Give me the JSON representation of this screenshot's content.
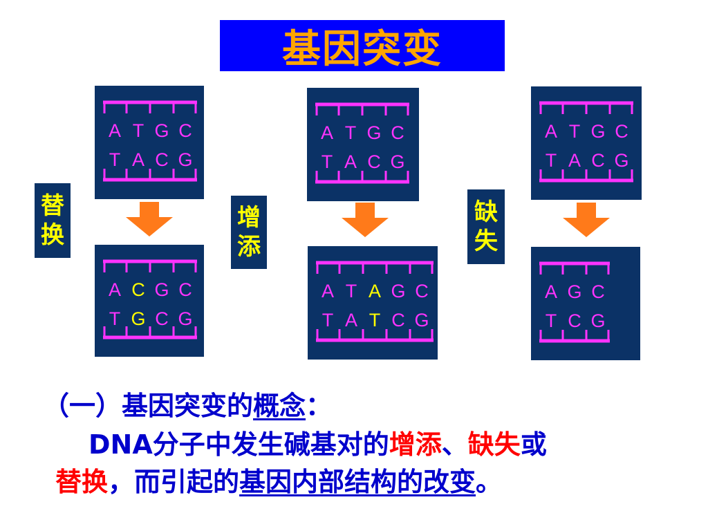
{
  "title": "基因突变",
  "colors": {
    "title_bg": "#0000ff",
    "title_text": "#ffa500",
    "panel_bg": "#0b3266",
    "backbone": "#ff33ff",
    "base_default": "#ff33ff",
    "base_highlight": "#ffff00",
    "label_text": "#ffff00",
    "arrow": "#ff7a1a",
    "text_blue": "#0000cc",
    "text_red": "#ff0000"
  },
  "groups": [
    {
      "label": [
        "替",
        "换"
      ],
      "before": {
        "top": [
          "A",
          "T",
          "G",
          "C"
        ],
        "bottom": [
          "T",
          "A",
          "C",
          "G"
        ]
      },
      "after": {
        "top": [
          "A",
          "C",
          "G",
          "C"
        ],
        "bottom": [
          "T",
          "G",
          "C",
          "G"
        ],
        "highlight": [
          1
        ]
      }
    },
    {
      "label": [
        "增",
        "添"
      ],
      "before": {
        "top": [
          "A",
          "T",
          "G",
          "C"
        ],
        "bottom": [
          "T",
          "A",
          "C",
          "G"
        ]
      },
      "after": {
        "top": [
          "A",
          "T",
          "A",
          "G",
          "C"
        ],
        "bottom": [
          "T",
          "A",
          "T",
          "C",
          "G"
        ],
        "highlight": [
          2
        ]
      }
    },
    {
      "label": [
        "缺",
        "失"
      ],
      "before": {
        "top": [
          "A",
          "T",
          "G",
          "C"
        ],
        "bottom": [
          "T",
          "A",
          "C",
          "G"
        ]
      },
      "after": {
        "top": [
          "A",
          "G",
          "C"
        ],
        "bottom": [
          "T",
          "C",
          "G"
        ],
        "highlight": []
      }
    }
  ],
  "concept": {
    "heading_prefix": "（一）基因突变的",
    "heading_key": "概念",
    "heading_colon": "：",
    "l1_part1": "DNA分子中发生碱基对的",
    "l1_red1": "增添",
    "l1_sep": "、",
    "l1_red2": "缺失",
    "l1_or": "或",
    "l2_red": "替换",
    "l2_part1": "，而引起的",
    "l2_ul": "基因内部结构的改变",
    "l2_end": "。"
  }
}
